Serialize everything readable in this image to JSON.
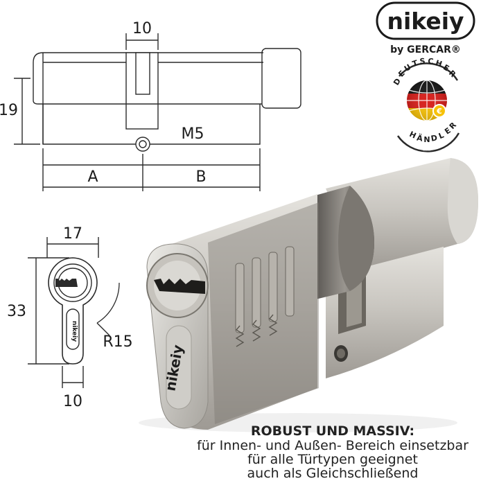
{
  "top_drawing": {
    "dim_width": "10",
    "dim_height": "19",
    "screw_label": "M5",
    "left_part": "A",
    "right_part": "B"
  },
  "profile_drawing": {
    "dim_width": "17",
    "dim_height": "33",
    "radius_label": "R15",
    "dim_bottom": "10",
    "profile_logo": "nikeiy"
  },
  "brand": {
    "logo": "nikeiy",
    "sub": "by GERCAR®",
    "seal_text": "DEUTSCHER HÄNDLER"
  },
  "product": {
    "face_logo": "nikeiy"
  },
  "caption": {
    "heading": "ROBUST UND MASSIV:",
    "lines": [
      "für Innen- und Außen- Bereich einsetzbar",
      "für alle Türtypen geeignet",
      "auch als Gleichschließend"
    ]
  },
  "colors": {
    "line": "#2a2a2a",
    "metal_light": "#d7d5d0",
    "metal_dark": "#8e8b86"
  }
}
